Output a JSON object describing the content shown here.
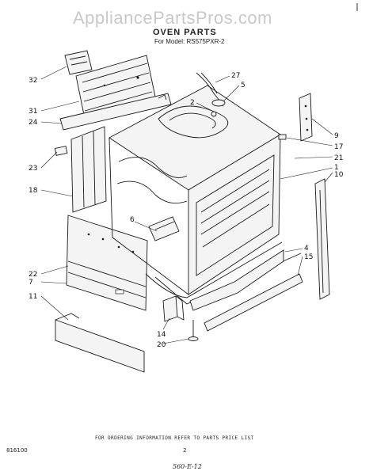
{
  "watermark": "AppliancePartsPros.com",
  "header": {
    "title": "OVEN PARTS",
    "model": "For Model: RS575PXR-2"
  },
  "callouts": {
    "c32": "32",
    "c31": "31",
    "c24": "24",
    "c23": "23",
    "c18": "18",
    "c27": "27",
    "c5": "5",
    "c2": "2",
    "c9": "9",
    "c17": "17",
    "c21": "21",
    "c1": "1",
    "c10": "10",
    "c6": "6",
    "c4": "4",
    "c15": "15",
    "c22": "22",
    "c7": "7",
    "c11": "11",
    "c14": "14",
    "c20": "20"
  },
  "footer": {
    "ordering": "FOR ORDERING INFORMATION REFER TO PARTS PRICE LIST",
    "doc_number": "816100",
    "page": "2",
    "handwritten": "560-E-12"
  }
}
